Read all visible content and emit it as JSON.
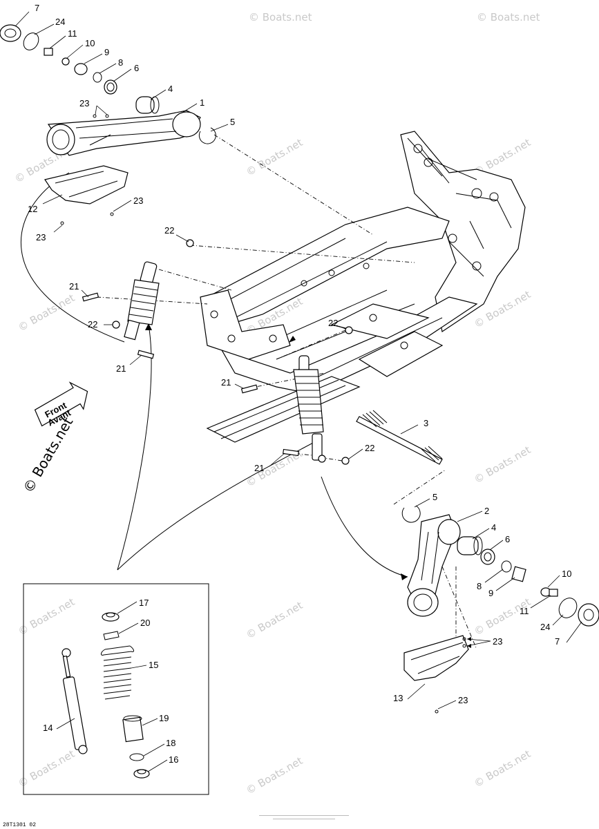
{
  "watermark": {
    "text": "© Boats.net",
    "large_text": "© Boats.net"
  },
  "direction_arrow": {
    "line1": "Front",
    "line2": "Avant"
  },
  "callouts": {
    "c7a": "7",
    "c24a": "24",
    "c11a": "11",
    "c10a": "10",
    "c9a": "9",
    "c8a": "8",
    "c6a": "6",
    "c4a": "4",
    "c23a": "23",
    "c1": "1",
    "c5a": "5",
    "c12": "12",
    "c23b": "23",
    "c23c": "23",
    "c22a": "22",
    "c21a": "21",
    "c22b": "22",
    "c21b": "21",
    "c22c": "22",
    "c21c": "21",
    "c3": "3",
    "c21d": "21",
    "c22d": "22",
    "c5b": "5",
    "c2": "2",
    "c4b": "4",
    "c6b": "6",
    "c8b": "8",
    "c9b": "9",
    "c10b": "10",
    "c11b": "11",
    "c24b": "24",
    "c7b": "7",
    "c23d": "23",
    "c13": "13",
    "c23e": "23",
    "c17": "17",
    "c20": "20",
    "c15": "15",
    "c14": "14",
    "c19": "19",
    "c18": "18",
    "c16": "16"
  },
  "footer": {
    "code": "28T1301 02"
  },
  "colors": {
    "ink": "#000000",
    "watermark": "#c9c9c9",
    "background": "#ffffff"
  }
}
